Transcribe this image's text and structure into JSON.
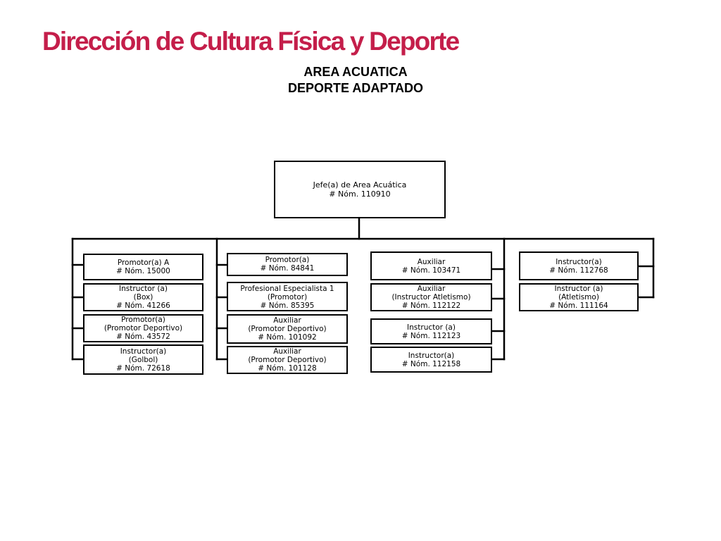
{
  "header": {
    "title": "Dirección de Cultura Física y Deporte",
    "subtitle_1": "AREA ACUATICA",
    "subtitle_2": "DEPORTE ADAPTADO"
  },
  "colors": {
    "title": "#c41e4a",
    "lines": "#000000"
  },
  "org_chart": {
    "root": {
      "title": "Jefe(a) de Area Acuática",
      "nomina": "# Nóm. 110910"
    },
    "columns": [
      {
        "boxes": [
          {
            "line1": "Promotor(a) A",
            "line2": "# Nóm. 15000"
          },
          {
            "line1": "Instructor (a)",
            "line2": "(Box)",
            "line3": "# Nóm. 41266"
          },
          {
            "line1": "Promotor(a)",
            "line2": "(Promotor Deportivo)",
            "line3": "# Nóm. 43572"
          },
          {
            "line1": "Instructor(a)",
            "line2": "(Golbol)",
            "line3": "# Nóm. 72618"
          }
        ]
      },
      {
        "boxes": [
          {
            "line1": "Promotor(a)",
            "line2": "# Nóm. 84841"
          },
          {
            "line1": "Profesional Especialista 1",
            "line2": "(Promotor)",
            "line3": "# Nóm. 85395"
          },
          {
            "line1": "Auxiliar",
            "line2": "(Promotor Deportivo)",
            "line3": "# Nóm. 101092"
          },
          {
            "line1": "Auxiliar",
            "line2": "(Promotor Deportivo)",
            "line3": "# Nóm. 101128"
          }
        ]
      },
      {
        "boxes": [
          {
            "line1": "Auxiliar",
            "line2": "# Nóm. 103471"
          },
          {
            "line1": "Auxiliar",
            "line2": "(Instructor Atletismo)",
            "line3": "# Nóm. 112122"
          },
          {
            "line1": "Instructor (a)",
            "line2": "# Nóm. 112123"
          },
          {
            "line1": "Instructor(a)",
            "line2": "# Nóm. 112158"
          }
        ]
      },
      {
        "boxes": [
          {
            "line1": "Instructor(a)",
            "line2": "# Nóm.  112768"
          },
          {
            "line1": "Instructor (a)",
            "line2": "(Atletismo)",
            "line3": "# Nóm. 111164"
          }
        ]
      }
    ]
  }
}
